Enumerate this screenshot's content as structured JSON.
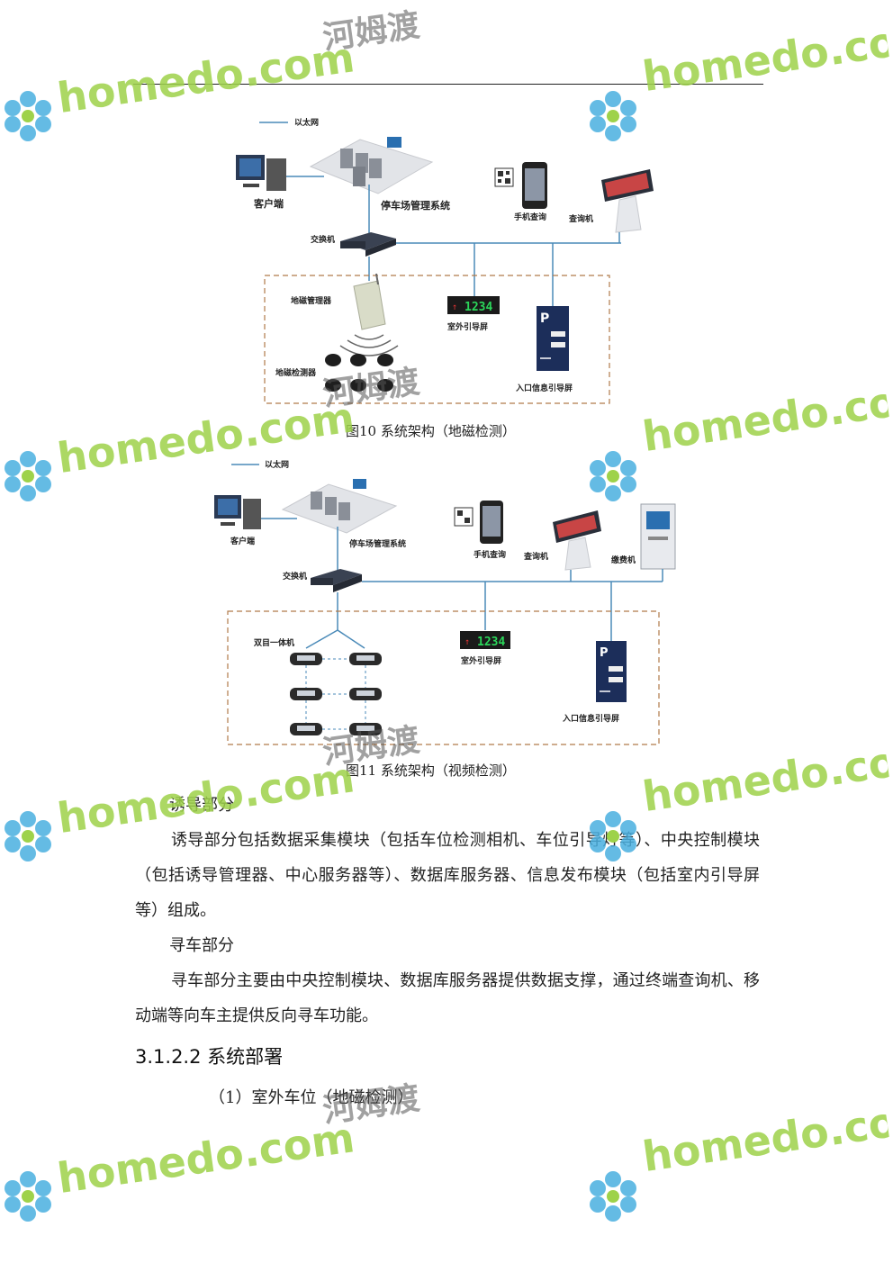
{
  "watermark": {
    "text": "homedo.com",
    "cn": "河姆渡"
  },
  "figure1": {
    "legend": "以太网",
    "labels": {
      "client": "客户端",
      "system": "停车场管理系统",
      "phone": "手机查询",
      "kiosk": "查询机",
      "switch": "交换机",
      "manager": "地磁管理器",
      "outdoor_screen": "室外引导屏",
      "detector": "地磁检测器",
      "entrance_screen": "入口信息引导屏"
    },
    "display_number": "1234",
    "caption": "图10 系统架构（地磁检测）"
  },
  "figure2": {
    "legend": "以太网",
    "labels": {
      "client": "客户端",
      "system": "停车场管理系统",
      "phone": "手机查询",
      "kiosk": "查询机",
      "payment": "缴费机",
      "switch": "交换机",
      "camera": "双目一体机",
      "outdoor_screen": "室外引导屏",
      "entrance_screen": "入口信息引导屏"
    },
    "display_number": "1234",
    "caption": "图11 系统架构（视频检测）"
  },
  "text": {
    "guide_heading": "诱导部分",
    "guide_para": "诱导部分包括数据采集模块（包括车位检测相机、车位引导灯等）、中央控制模块（包括诱导管理器、中心服务器等）、数据库服务器、信息发布模块（包括室内引导屏等）组成。",
    "find_heading": "寻车部分",
    "find_para": "寻车部分主要由中央控制模块、数据库服务器提供数据支撑，通过终端查询机、移动端等向车主提供反向寻车功能。",
    "section_heading": "3.1.2.2 系统部署",
    "sub_item": "（1）室外车位（地磁检测）"
  },
  "colors": {
    "network_line": "#4a8ab8",
    "dash_border": "#b07a4a",
    "watermark_green": "#9ed24a",
    "logo_blue": "#4ab0e0"
  }
}
